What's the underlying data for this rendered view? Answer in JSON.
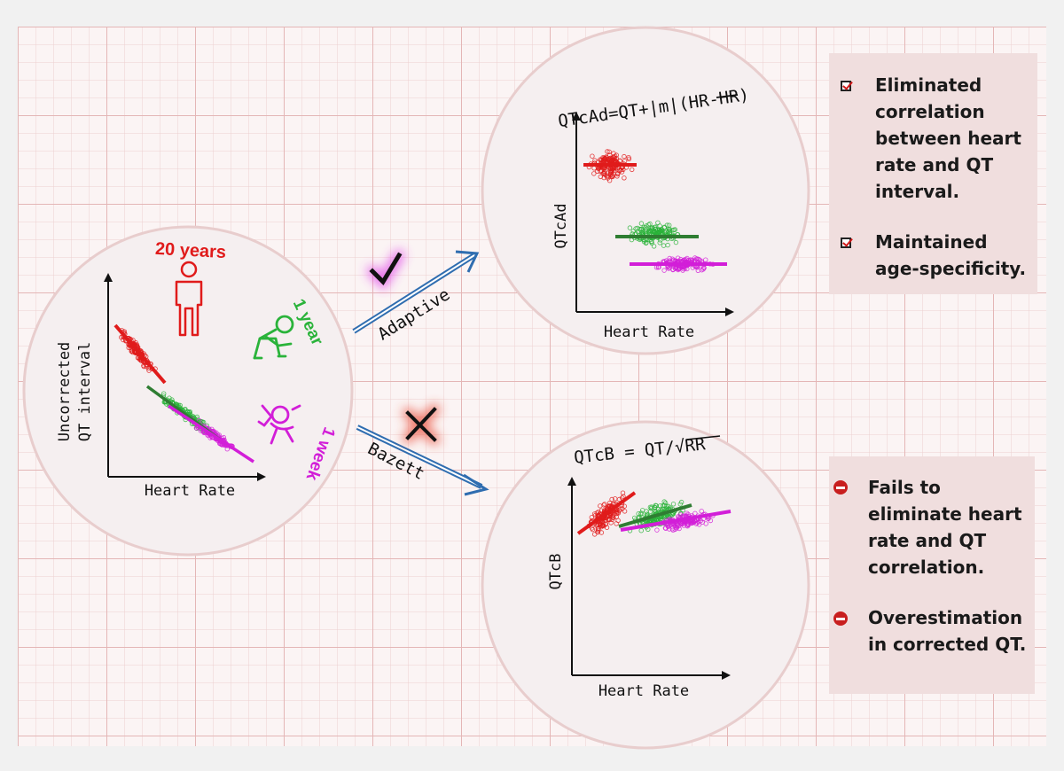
{
  "left_circle": {
    "age_labels": [
      "20 years",
      "1 year",
      "1 week"
    ],
    "y_axis_label": [
      "Uncorrected",
      "QT interval"
    ],
    "x_axis_label": "Heart Rate"
  },
  "adaptive_branch": {
    "arrow_label": "Adaptive",
    "formula": "QTcAd=QT+|m|(HR-HR)",
    "y_axis_label": "QTcAd",
    "x_axis_label": "Heart Rate"
  },
  "bazett_branch": {
    "arrow_label": "Bazett",
    "formula": "QTcB = QT/√RR",
    "y_axis_label": "QTcB",
    "x_axis_label": "Heart Rate"
  },
  "advantages": [
    "Eliminated correlation between heart rate and QT interval.",
    "Maintained age-specificity."
  ],
  "limitations": [
    "Fails to eliminate heart rate and QT correlation.",
    "Overestimation in corrected QT."
  ],
  "icons": {
    "check": "check-mark-icon",
    "cross": "cross-mark-icon",
    "checkbox": "checkbox-checked-icon",
    "stop": "no-entry-icon",
    "adult": "adult-person-icon",
    "crawling": "crawling-baby-icon",
    "newborn": "newborn-baby-icon"
  },
  "colors": {
    "grid": "#e9c4c4",
    "circle_fill": "#f5eff0",
    "panel_fill": "#f0dede",
    "age_20_years": "#e01b1b",
    "age_1_year": "#2ab33a",
    "age_1_week": "#d21ed8",
    "fit_1_year": "#2f7d32",
    "arrow_blue": "#2f6db0"
  },
  "chart_data": [
    {
      "type": "scatter",
      "xlabel": "Heart Rate",
      "ylabel": "Uncorrected QT interval",
      "series": [
        {
          "name": "20 years",
          "trend": "strong negative slope, highest QT, lowest heart rate"
        },
        {
          "name": "1 year",
          "trend": "negative slope, middle range"
        },
        {
          "name": "1 week",
          "trend": "negative slope, lowest QT, highest heart rate"
        }
      ]
    },
    {
      "type": "scatter",
      "xlabel": "Heart Rate",
      "ylabel": "QTcAd",
      "series": [
        {
          "name": "20 years",
          "trend": "flat line, highest level"
        },
        {
          "name": "1 year",
          "trend": "flat line, middle level"
        },
        {
          "name": "1 week",
          "trend": "flat line, lowest level"
        }
      ]
    },
    {
      "type": "scatter",
      "xlabel": "Heart Rate",
      "ylabel": "QTcB",
      "series": [
        {
          "name": "20 years",
          "trend": "positive slope"
        },
        {
          "name": "1 year",
          "trend": "positive slope"
        },
        {
          "name": "1 week",
          "trend": "slight positive slope"
        }
      ]
    }
  ]
}
